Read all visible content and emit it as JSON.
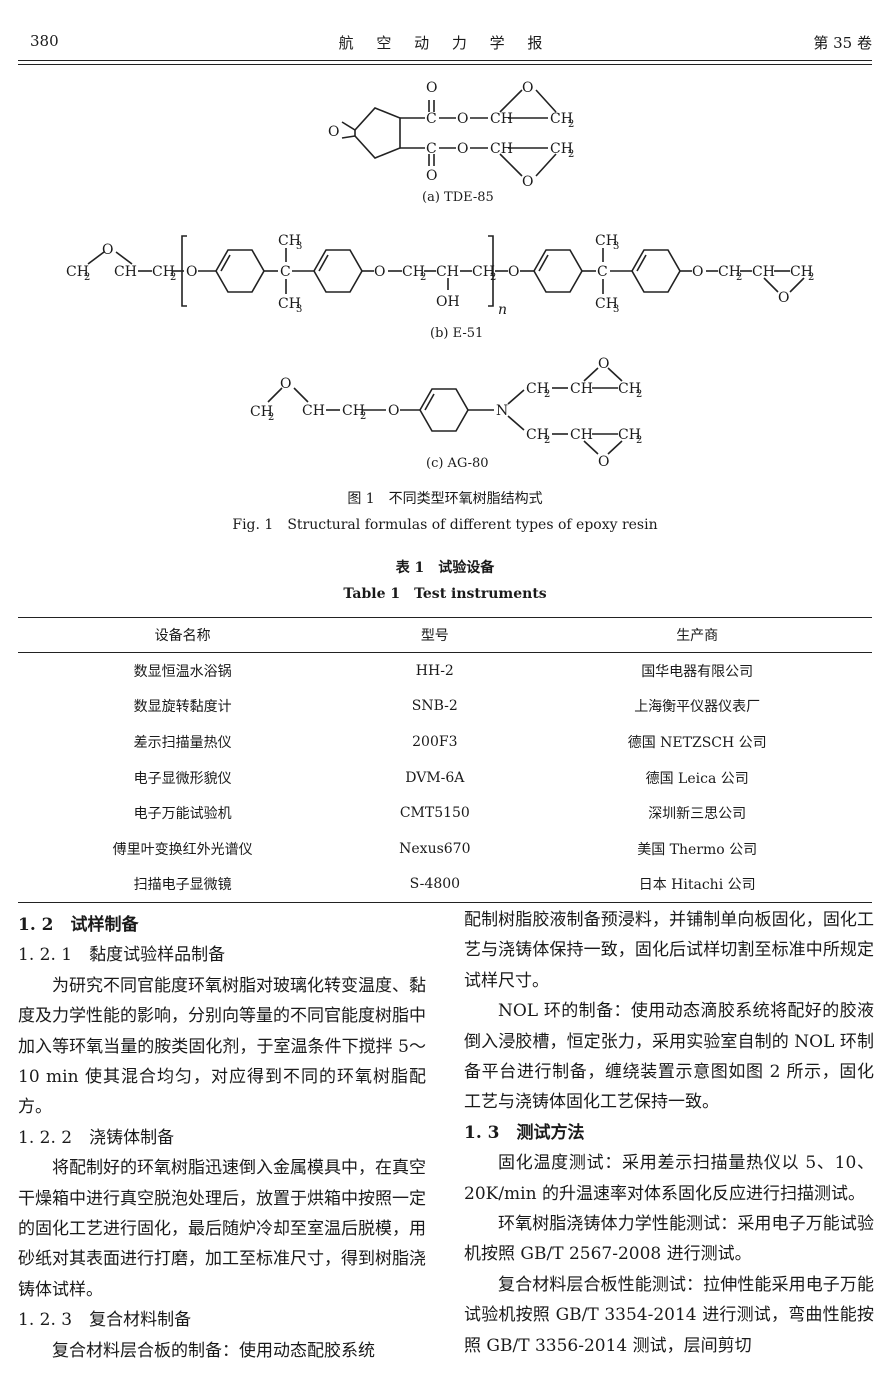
{
  "header": {
    "page_number": "380",
    "journal": "航 空 动 力 学 报",
    "volume": "第 35 卷"
  },
  "figure": {
    "a": {
      "caption": "(a) TDE-85"
    },
    "b": {
      "caption": "(b) E-51",
      "n": "n"
    },
    "c": {
      "caption": "(c) AG-80"
    },
    "atoms": {
      "O": "O",
      "C": "C",
      "CH": "CH",
      "CH2": "CH",
      "sub2": "2",
      "CH3": "CH",
      "sub3": "3",
      "OH": "OH",
      "N": "N"
    },
    "caption_zh": "图 1　不同类型环氧树脂结构式",
    "caption_en": "Fig. 1　Structural formulas of different types of epoxy resin"
  },
  "table": {
    "caption_zh": "表 1　试验设备",
    "caption_en": "Table 1　Test instruments",
    "headers": [
      "设备名称",
      "型号",
      "生产商"
    ],
    "rows": [
      [
        "数显恒温水浴锅",
        "HH-2",
        "国华电器有限公司"
      ],
      [
        "数显旋转黏度计",
        "SNB-2",
        "上海衡平仪器仪表厂"
      ],
      [
        "差示扫描量热仪",
        "200F3",
        "德国 NETZSCH 公司"
      ],
      [
        "电子显微形貌仪",
        "DVM-6A",
        "德国 Leica 公司"
      ],
      [
        "电子万能试验机",
        "CMT5150",
        "深圳新三思公司"
      ],
      [
        "傅里叶变换红外光谱仪",
        "Nexus670",
        "美国 Thermo 公司"
      ],
      [
        "扫描电子显微镜",
        "S-4800",
        "日本 Hitachi 公司"
      ]
    ]
  },
  "body": {
    "s12": "1. 2　试样制备",
    "s121": "1. 2. 1　黏度试验样品制备",
    "p121": "为研究不同官能度环氧树脂对玻璃化转变温度、黏度及力学性能的影响，分别向等量的不同官能度树脂中加入等环氧当量的胺类固化剂，于室温条件下搅拌 5～10 min 使其混合均匀，对应得到不同的环氧树脂配方。",
    "s122": "1. 2. 2　浇铸体制备",
    "p122": "将配制好的环氧树脂迅速倒入金属模具中，在真空干燥箱中进行真空脱泡处理后，放置于烘箱中按照一定的固化工艺进行固化，最后随炉冷却至室温后脱模，用砂纸对其表面进行打磨，加工至标准尺寸，得到树脂浇铸体试样。",
    "s123": "1. 2. 3　复合材料制备",
    "p123a": "复合材料层合板的制备：使用动态配胶系统",
    "p123b": "配制树脂胶液制备预浸料，并铺制单向板固化，固化工艺与浇铸体保持一致，固化后试样切割至标准中所规定试样尺寸。",
    "pnol": "NOL 环的制备：使用动态滴胶系统将配好的胶液倒入浸胶槽，恒定张力，采用实验室自制的 NOL 环制备平台进行制备，缠绕装置示意图如图 2 所示，固化工艺与浇铸体固化工艺保持一致。",
    "s13": "1. 3　测试方法",
    "pdsc": "固化温度测试：采用差示扫描量热仪以 5、10、20K/min 的升温速率对体系固化反应进行扫描测试。",
    "pmech": "环氧树脂浇铸体力学性能测试：采用电子万能试验机按照 GB/T 2567-2008 进行测试。",
    "plam": "复合材料层合板性能测试：拉伸性能采用电子万能试验机按照 GB/T 3354-2014 进行测试，弯曲性能按照 GB/T 3356-2014 测试，层间剪切"
  }
}
